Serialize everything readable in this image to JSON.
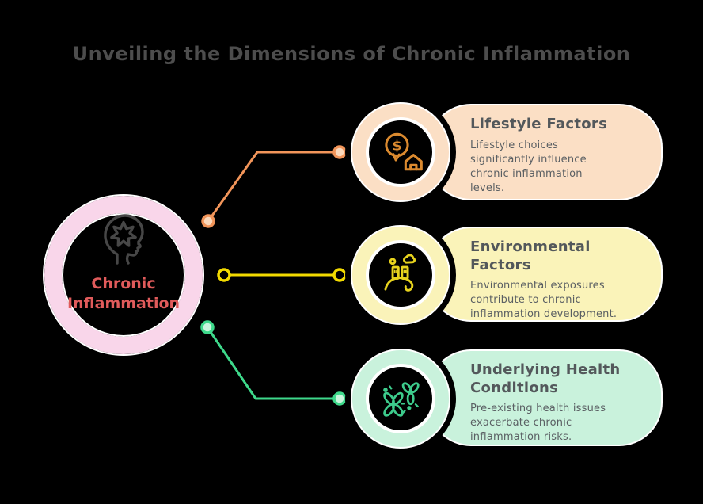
{
  "title": "Unveiling the Dimensions of Chronic Inflammation",
  "hub": {
    "label": "Chronic\nInflammation",
    "icon": "head-inflammation-icon"
  },
  "branches": [
    {
      "id": "lifestyle",
      "title": "Lifestyle Factors",
      "description": "Lifestyle choices\nsignificantly influence\nchronic inflammation\nlevels.",
      "icon": "money-house-icon",
      "colors": {
        "card": "#FBDFC5",
        "icon": "#DB8A2F",
        "line": "#F2955A",
        "dot_fill": "#FBD9BC"
      }
    },
    {
      "id": "environmental",
      "title": "Environmental\nFactors",
      "description": "Environmental exposures\ncontribute to chronic\ninflammation development.",
      "icon": "factory-pollution-icon",
      "colors": {
        "card": "#FAF3B9",
        "icon": "#E7D31D",
        "line": "#F2DA00",
        "dot_fill": "#000000"
      }
    },
    {
      "id": "health",
      "title": "Underlying Health\nConditions",
      "description": "Pre-existing health issues\nexacerbate chronic\ninflammation risks.",
      "icon": "bacteria-icon",
      "colors": {
        "card": "#C9F2DC",
        "icon": "#3DCB8C",
        "line": "#3ED98B",
        "dot_fill": "#C9F5DC"
      }
    }
  ],
  "colors": {
    "background": "#000000",
    "page_title_text": "#4D4D4D",
    "hub_ring": "#F9D6EA",
    "hub_label": "#E05B5B",
    "hub_icon": "#474747",
    "card_border": "#FFFFFF",
    "card_title_text": "#53585B",
    "card_desc_text": "#5A5F63"
  }
}
